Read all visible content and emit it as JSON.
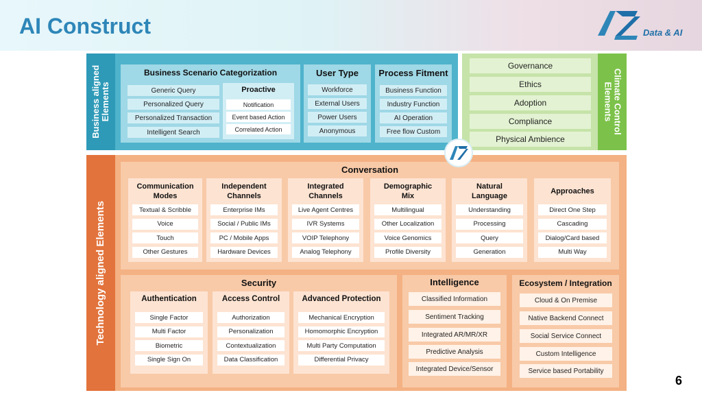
{
  "header": {
    "title": "AI Construct",
    "logo_text": "Data & AI",
    "logo_mark": "AZ"
  },
  "page_number": "6",
  "center_logo": "AZ",
  "business": {
    "side_label_line1": "Business aligned",
    "side_label_line2": "Elements",
    "scenario": {
      "title": "Business Scenario Categorization",
      "items": [
        "Generic Query",
        "Personalized Query",
        "Personalized Transaction",
        "Intelligent Search"
      ],
      "proactive": {
        "title": "Proactive",
        "items": [
          "Notification",
          "Event based Action",
          "Correlated Action"
        ]
      }
    },
    "user_type": {
      "title": "User Type",
      "items": [
        "Workforce",
        "External Users",
        "Power Users",
        "Anonymous"
      ]
    },
    "process_fitment": {
      "title": "Process Fitment",
      "items": [
        "Business Function",
        "Industry Function",
        "AI Operation",
        "Free flow Custom"
      ]
    }
  },
  "climate": {
    "side_label_line1": "Climate Control",
    "side_label_line2": "Elements",
    "items": [
      "Governance",
      "Ethics",
      "Adoption",
      "Compliance",
      "Physical Ambience"
    ]
  },
  "technology": {
    "side_label": "Technology aligned Elements",
    "conversation": {
      "title": "Conversation",
      "columns": [
        {
          "title_line1": "Communication",
          "title_line2": "Modes",
          "items": [
            "Textual & Scribble",
            "Voice",
            "Touch",
            "Other Gestures"
          ]
        },
        {
          "title_line1": "Independent",
          "title_line2": "Channels",
          "items": [
            "Enterprise IMs",
            "Social / Public IMs",
            "PC / Mobile Apps",
            "Hardware Devices"
          ]
        },
        {
          "title_line1": "Integrated",
          "title_line2": "Channels",
          "items": [
            "Live Agent Centres",
            "IVR Systems",
            "VOIP Telephony",
            "Analog Telephony"
          ]
        },
        {
          "title_line1": "Demographic",
          "title_line2": "Mix",
          "items": [
            "Multilingual",
            "Other Localization",
            "Voice Genomics",
            "Profile Diversity"
          ]
        },
        {
          "title_line1": "Natural",
          "title_line2": "Language",
          "items": [
            "Understanding",
            "Processing",
            "Query",
            "Generation"
          ]
        },
        {
          "title_line1": "Approaches",
          "title_line2": "",
          "items": [
            "Direct One Step",
            "Cascading",
            "Dialog/Card based",
            "Multi Way"
          ]
        }
      ]
    },
    "security": {
      "title": "Security",
      "columns": [
        {
          "title": "Authentication",
          "items": [
            "Single Factor",
            "Multi Factor",
            "Biometric",
            "Single Sign On"
          ]
        },
        {
          "title": "Access Control",
          "items": [
            "Authorization",
            "Personalization",
            "Contextualization",
            "Data Classification"
          ]
        },
        {
          "title": "Advanced Protection",
          "items": [
            "Mechanical Encryption",
            "Homomorphic Encryption",
            "Multi Party Computation",
            "Differential Privacy"
          ]
        }
      ]
    },
    "intelligence": {
      "title": "Intelligence",
      "items": [
        "Classified Information",
        "Sentiment Tracking",
        "Integrated AR/MR/XR",
        "Predictive Analysis",
        "Integrated Device/Sensor"
      ]
    },
    "ecosystem": {
      "title": "Ecosystem / Integration",
      "items": [
        "Cloud & On Premise",
        "Native Backend Connect",
        "Social Service Connect",
        "Custom Intelligence",
        "Service based Portability"
      ]
    }
  }
}
